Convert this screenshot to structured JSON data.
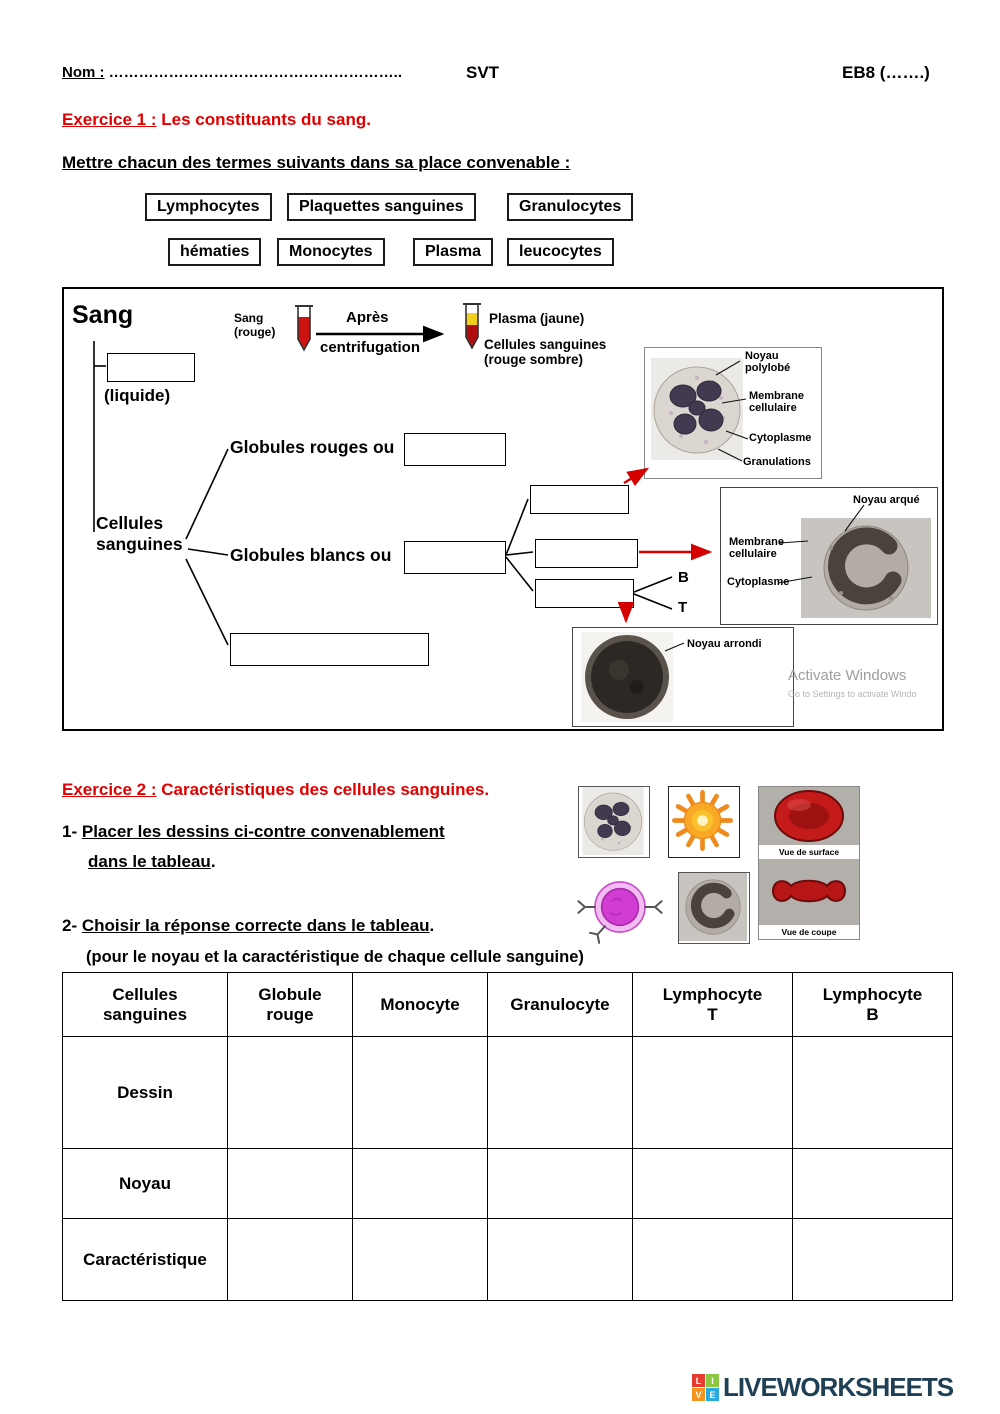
{
  "header": {
    "name_label": "Nom :",
    "name_dots": "…………………………………………………..",
    "subject": "SVT",
    "class_code": "EB8 (…….)"
  },
  "exercise1": {
    "title_label": "Exercice 1 :",
    "title_text": "Les constituants du sang.",
    "instruction": "Mettre chacun des termes suivants dans sa place convenable :",
    "terms_row1": [
      "Lymphocytes",
      "Plaquettes sanguines",
      "Granulocytes"
    ],
    "terms_row2": [
      "hématies",
      "Monocytes",
      "Plasma",
      "leucocytes"
    ],
    "diagram": {
      "title": "Sang",
      "tube1_caption": "Sang\n(rouge)",
      "centrifugation_top": "Après",
      "centrifugation_bottom": "centrifugation",
      "plasma_caption": "Plasma (jaune)",
      "cells_caption": "Cellules sanguines\n(rouge sombre)",
      "liquide": "(liquide)",
      "cellules_sanguines": "Cellules\nsanguines",
      "globules_rouges": "Globules rouges ou",
      "globules_blancs": "Globules blancs ou",
      "b": "B",
      "t": "T",
      "granulocyte": {
        "label1": "Noyau\npolylobé",
        "label2": "Membrane\ncellulaire",
        "label3": "Cytoplasme",
        "label4": "Granulations"
      },
      "monocyte": {
        "label1": "Noyau arqué",
        "label2": "Membrane\ncellulaire",
        "label3": "Cytoplasme"
      },
      "lymphocyte": {
        "label1": "Noyau arrondi"
      },
      "watermark_line1": "Activate Windows",
      "watermark_line2": "Go to Settings to activate Windo"
    }
  },
  "exercise2": {
    "title_label": "Exercice 2 :",
    "title_text": "Caractéristiques des cellules sanguines.",
    "q1_number": "1-",
    "q1_line1": "Placer les dessins ci-contre convenablement",
    "q1_line2": "dans le tableau",
    "q1_period": ".",
    "q2_number": "2-",
    "q2_text": "Choisir la réponse correcte dans le tableau",
    "q2_period": ".",
    "q2_note": "(pour le noyau et la caractéristique de chaque cellule sanguine)",
    "figures": {
      "vue_surface": "Vue de surface",
      "vue_coupe": "Vue de coupe"
    },
    "table": {
      "headers": [
        "Cellules\nsanguines",
        "Globule\nrouge",
        "Monocyte",
        "Granulocyte",
        "Lymphocyte\nT",
        "Lymphocyte\nB"
      ],
      "row_labels": [
        "Dessin",
        "Noyau",
        "Caractéristique"
      ]
    }
  },
  "footer": {
    "logo_letters": [
      "L",
      "I",
      "V",
      "E"
    ],
    "brand": "LIVEWORKSHEETS"
  },
  "colors": {
    "accent_red": "#e10000",
    "tube_red": "#cf1212",
    "plasma_yellow": "#f2cf1d",
    "brand_navy": "#1e3f54",
    "logo_red": "#e63b2e",
    "logo_green": "#8dc63f",
    "logo_orange": "#f7941e",
    "logo_blue": "#27aae1"
  }
}
